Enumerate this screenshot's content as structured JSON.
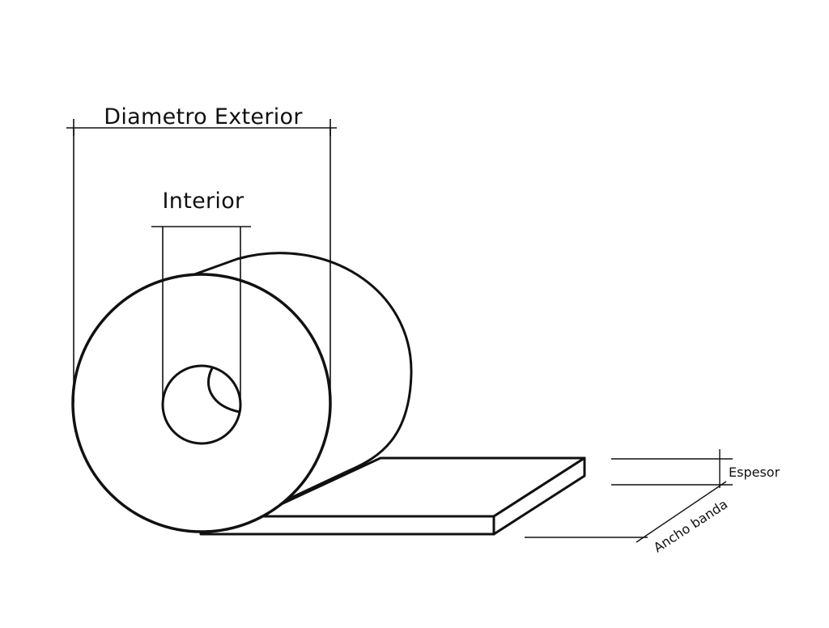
{
  "labels": {
    "outer_diameter": "Diametro Exterior",
    "inner_diameter": "Interior",
    "thickness": "Espesor",
    "band_width": "Ancho banda"
  },
  "colors": {
    "stroke": "#111111",
    "fill": "#ffffff",
    "background": "#ffffff"
  }
}
